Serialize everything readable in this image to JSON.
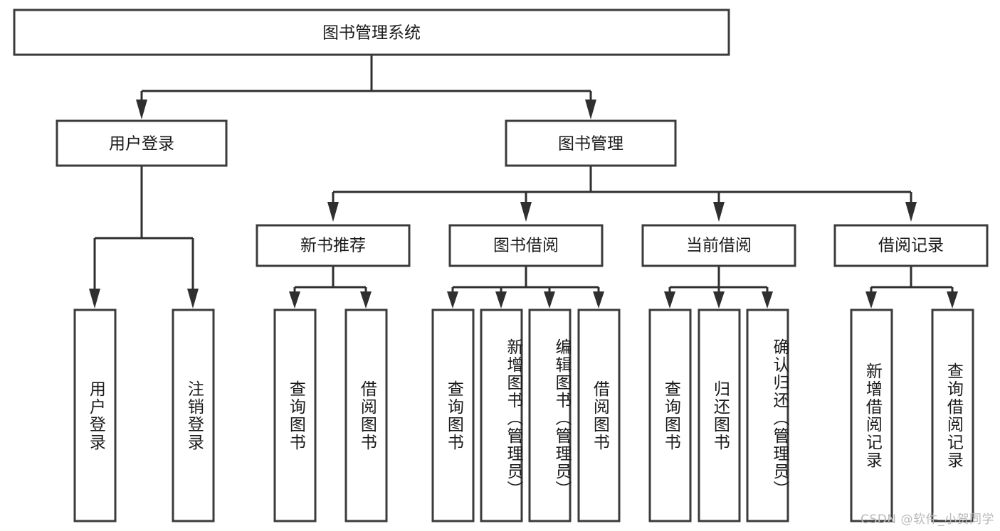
{
  "diagram": {
    "title": "图书管理系统",
    "type": "tree-hierarchy-chart",
    "watermark": "CSDN @软件_小贺同学",
    "root": {
      "id": "root",
      "label": "图书管理系统",
      "orientation": "horizontal"
    },
    "level2": [
      {
        "id": "user-login",
        "label": "用户登录",
        "orientation": "horizontal"
      },
      {
        "id": "book-manage",
        "label": "图书管理",
        "orientation": "horizontal"
      }
    ],
    "level3": [
      {
        "id": "new-book-recommend",
        "label": "新书推荐",
        "orientation": "horizontal",
        "parent": "book-manage"
      },
      {
        "id": "book-borrow",
        "label": "图书借阅",
        "orientation": "horizontal",
        "parent": "book-manage"
      },
      {
        "id": "current-borrow",
        "label": "当前借阅",
        "orientation": "horizontal",
        "parent": "book-manage"
      },
      {
        "id": "borrow-record",
        "label": "借阅记录",
        "orientation": "horizontal",
        "parent": "book-manage"
      }
    ],
    "leaves": [
      {
        "id": "leaf-user-login",
        "label": "用户登录",
        "orientation": "vertical",
        "parent": "user-login"
      },
      {
        "id": "leaf-logout-login",
        "label": "注销登录",
        "orientation": "vertical",
        "parent": "user-login"
      },
      {
        "id": "leaf-query-book-1",
        "label": "查询图书",
        "orientation": "vertical",
        "parent": "new-book-recommend"
      },
      {
        "id": "leaf-borrow-book-1",
        "label": "借阅图书",
        "orientation": "vertical",
        "parent": "new-book-recommend"
      },
      {
        "id": "leaf-query-book-2",
        "label": "查询图书",
        "orientation": "vertical",
        "parent": "book-borrow"
      },
      {
        "id": "leaf-add-book",
        "label": "新增图书（管理员）",
        "orientation": "vertical",
        "parent": "book-borrow"
      },
      {
        "id": "leaf-edit-book",
        "label": "编辑图书（管理员）",
        "orientation": "vertical",
        "parent": "book-borrow"
      },
      {
        "id": "leaf-borrow-book-2",
        "label": "借阅图书",
        "orientation": "vertical",
        "parent": "book-borrow"
      },
      {
        "id": "leaf-query-book-3",
        "label": "查询图书",
        "orientation": "vertical",
        "parent": "current-borrow"
      },
      {
        "id": "leaf-return-book",
        "label": "归还图书",
        "orientation": "vertical",
        "parent": "current-borrow"
      },
      {
        "id": "leaf-confirm-return",
        "label": "确认归还（管理员）",
        "orientation": "vertical",
        "parent": "current-borrow"
      },
      {
        "id": "leaf-add-record",
        "label": "新增借阅记录",
        "orientation": "vertical",
        "parent": "borrow-record"
      },
      {
        "id": "leaf-query-record",
        "label": "查询借阅记录",
        "orientation": "vertical",
        "parent": "borrow-record"
      }
    ],
    "colors": {
      "box_stroke": "#3b3b3b",
      "box_fill": "#ffffff",
      "connector": "#2f2f2f",
      "text": "#1a1a1a",
      "watermark": "#b9b9b9",
      "background": "#ffffff"
    }
  }
}
